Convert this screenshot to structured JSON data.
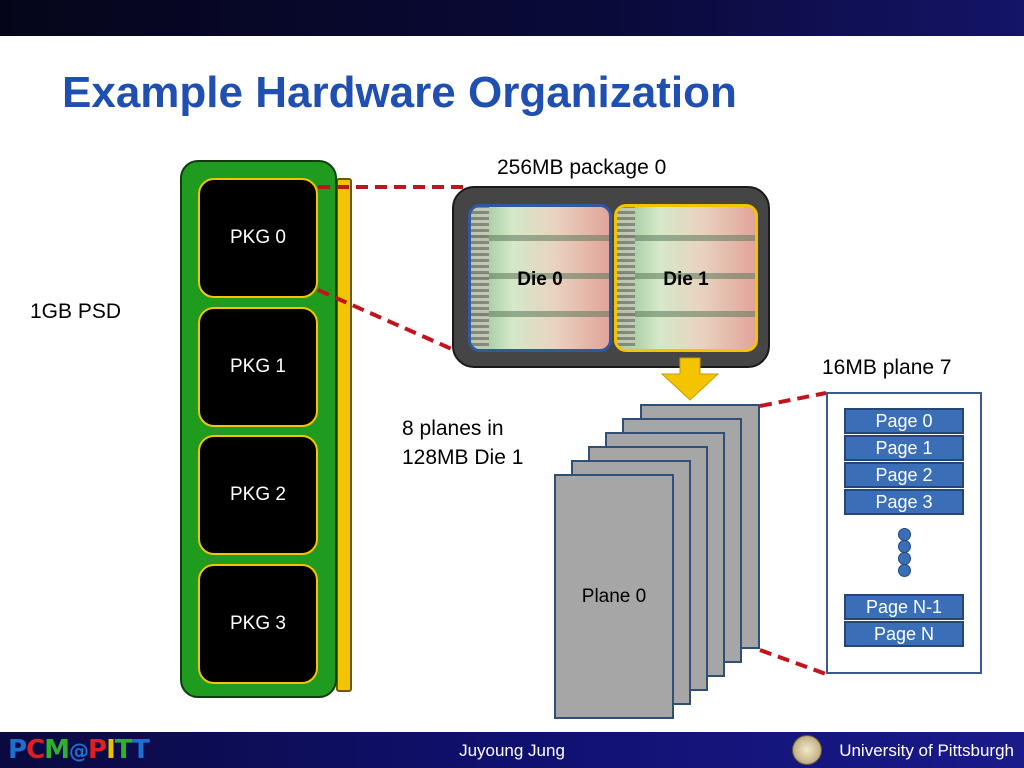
{
  "slide": {
    "title": "Example Hardware Organization"
  },
  "labels": {
    "psd": "1GB PSD",
    "package": "256MB package 0",
    "planes_line1": "8 planes in",
    "planes_line2": "128MB Die 1",
    "plane": "16MB plane 7"
  },
  "psd": {
    "packages": [
      "PKG 0",
      "PKG 1",
      "PKG 2",
      "PKG 3"
    ]
  },
  "package0": {
    "dies": [
      "Die 0",
      "Die 1"
    ]
  },
  "die1": {
    "front_plane": "Plane 0"
  },
  "plane7": {
    "pages_top": [
      "Page 0",
      "Page 1",
      "Page 2",
      "Page 3"
    ],
    "pages_bottom": [
      "Page N-1",
      "Page N"
    ]
  },
  "footer": {
    "author": "Juyoung  Jung",
    "university": "University of Pittsburgh",
    "logo_letters": [
      "P",
      "C",
      "M",
      "@",
      "P",
      "I",
      "T",
      "T"
    ]
  },
  "colors": {
    "title": "#1f4fb0",
    "board_green": "#1f9b1f",
    "rail_yellow": "#f5c400",
    "connector_red": "#c0141e",
    "page_blue": "#3a6fb8",
    "die0_border": "#2f5aa0",
    "die1_border": "#f5c400",
    "arrow_yellow": "#f5c400"
  }
}
